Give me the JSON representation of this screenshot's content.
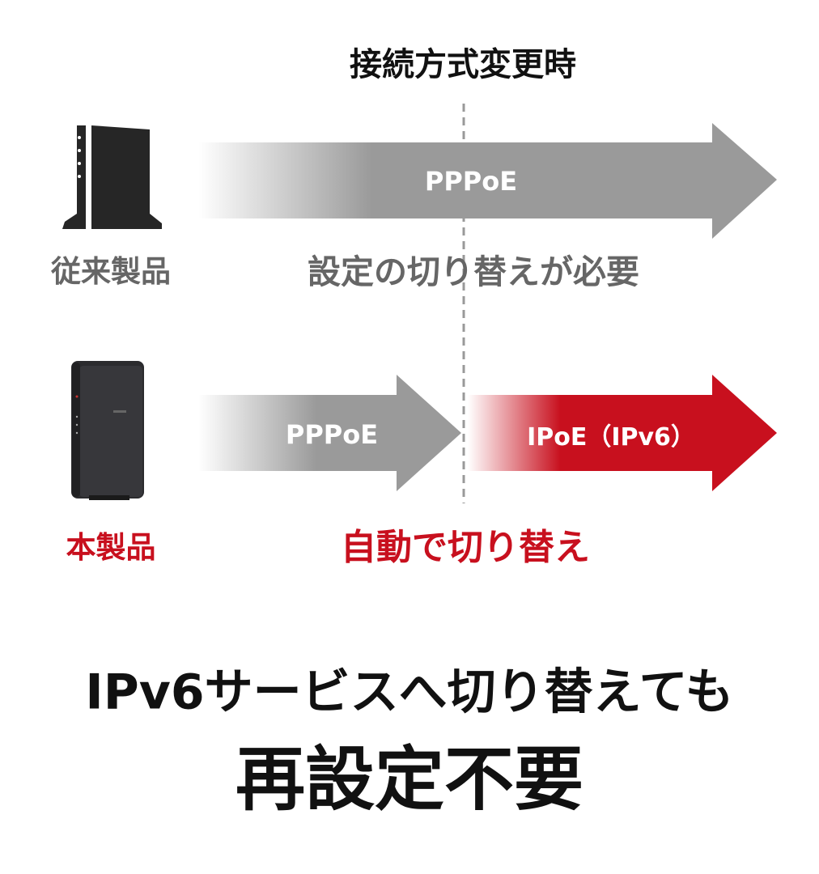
{
  "title": "接続方式変更時",
  "legacy": {
    "label": "従来製品",
    "arrow_label": "PPPoE",
    "caption": "設定の切り替えが必要"
  },
  "current": {
    "label": "本製品",
    "arrow_label_before": "PPPoE",
    "arrow_label_after": "IPoE（IPv6）",
    "caption": "自動で切り替え"
  },
  "headline": {
    "line1": "IPv6サービスへ切り替えても",
    "line2": "再設定不要"
  },
  "colors": {
    "red": "#c8101e",
    "gray": "#9a9a9a",
    "text_gray": "#666666",
    "dark": "#222222"
  }
}
